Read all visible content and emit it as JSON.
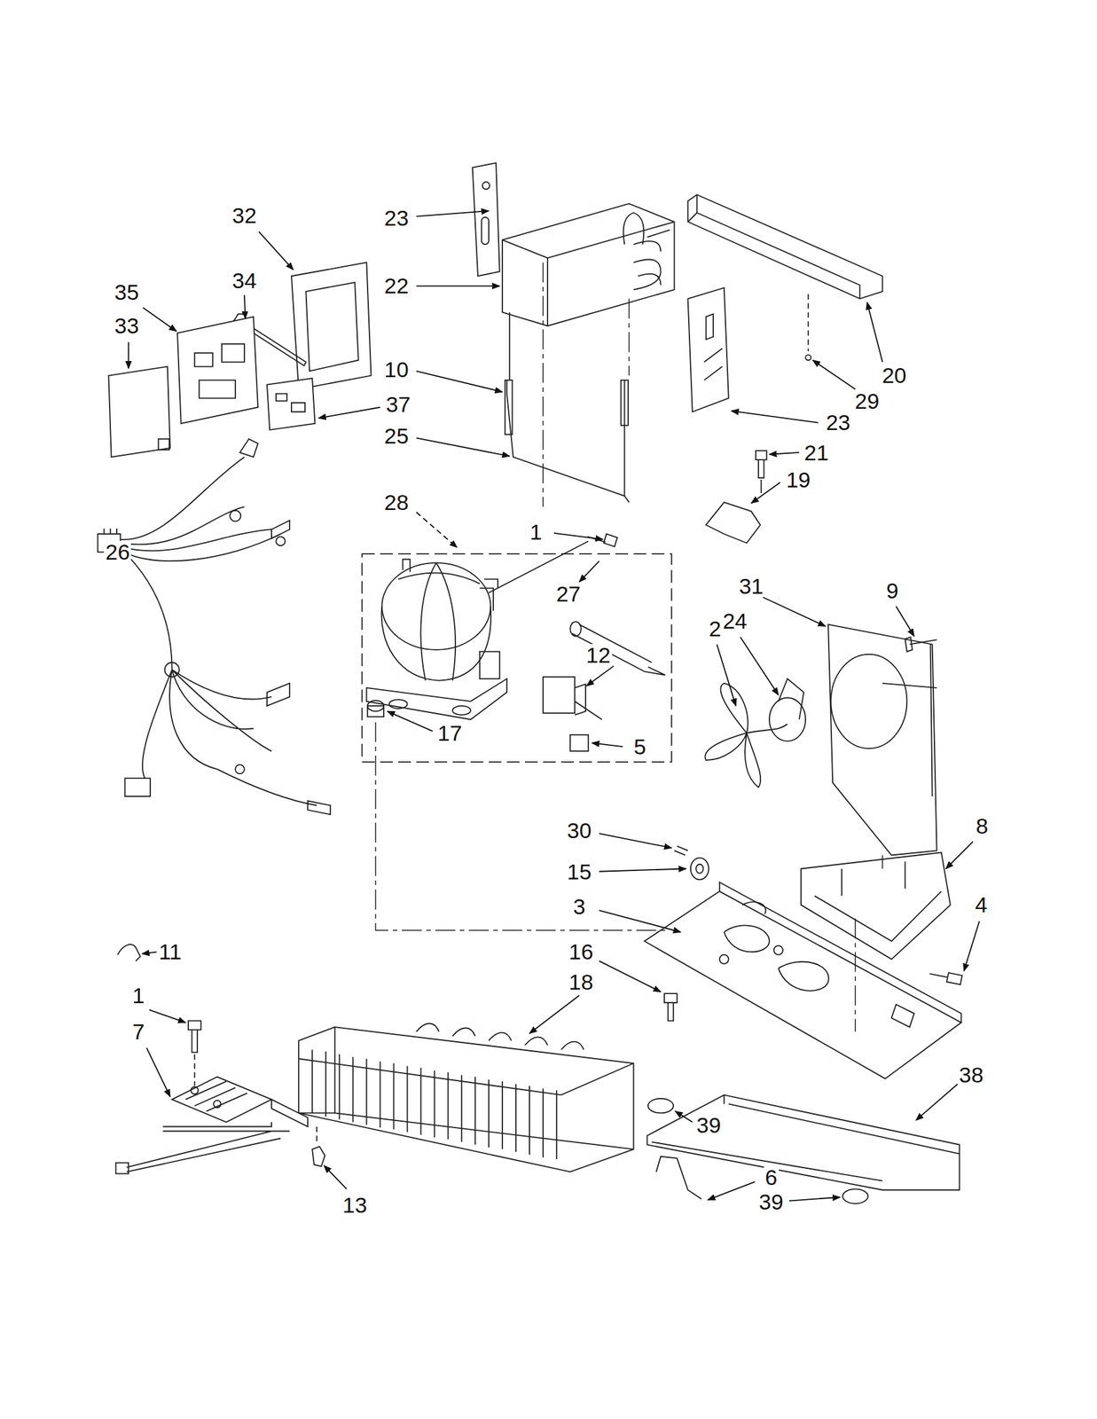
{
  "diagram": {
    "labels": [
      "23",
      "32",
      "22",
      "35",
      "34",
      "33",
      "10",
      "20",
      "29",
      "37",
      "23",
      "25",
      "21",
      "19",
      "28",
      "1",
      "26",
      "31",
      "9",
      "27",
      "24",
      "2",
      "12",
      "17",
      "5",
      "8",
      "30",
      "15",
      "4",
      "3",
      "11",
      "16",
      "18",
      "1",
      "7",
      "38",
      "39",
      "6",
      "39",
      "13"
    ]
  }
}
